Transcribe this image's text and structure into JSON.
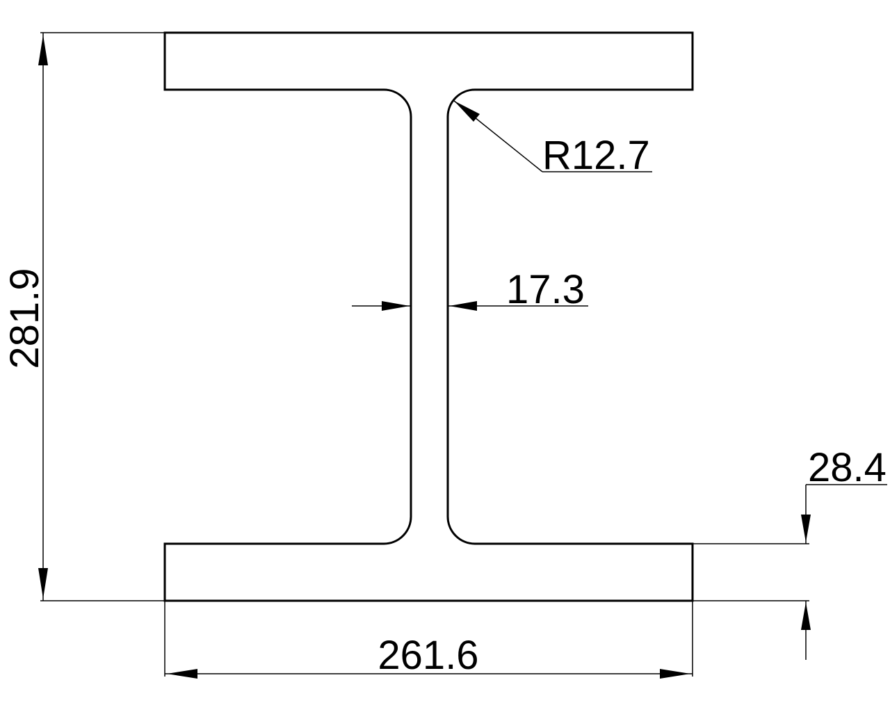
{
  "diagram": {
    "dimensions": {
      "overall_height": "281.9",
      "flange_width": "261.6",
      "web_thickness": "17.3",
      "flange_thickness": "28.4",
      "fillet_radius": "R12.7"
    },
    "colors": {
      "line": "#000000",
      "background": "#ffffff"
    }
  }
}
